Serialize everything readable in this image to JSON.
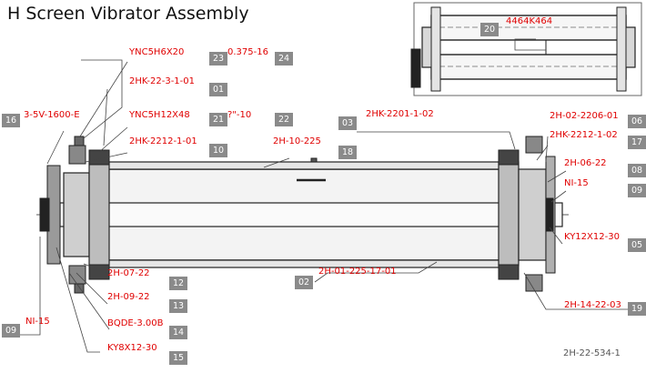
{
  "title": "H Screen Vibrator Assembly",
  "drawing_number": "2H-22-534-1",
  "colors": {
    "label_text": "#e00000",
    "callout_box": "#8a8a8a",
    "callout_text": "#ffffff",
    "leader_line": "#444444"
  },
  "callouts": [
    {
      "num": "01",
      "part": "2HK-22-3-1-01"
    },
    {
      "num": "02",
      "part": "2H-01-225-17-01"
    },
    {
      "num": "03",
      "part": "2HK-2201-1-02"
    },
    {
      "num": "05",
      "part": "KY12X12-30"
    },
    {
      "num": "06",
      "part": "2H-02-2206-01"
    },
    {
      "num": "08",
      "part": "2H-06-22"
    },
    {
      "num": "09",
      "part": "NI-15"
    },
    {
      "num": "09",
      "part": "NI-15"
    },
    {
      "num": "10",
      "part": "2HK-2212-1-01"
    },
    {
      "num": "12",
      "part": "2H-07-22"
    },
    {
      "num": "13",
      "part": "2H-09-22"
    },
    {
      "num": "14",
      "part": "BQDE-3.00B"
    },
    {
      "num": "15",
      "part": "KY8X12-30"
    },
    {
      "num": "16",
      "part": "3-5V-1600-E"
    },
    {
      "num": "17",
      "part": "2HK-2212-1-02"
    },
    {
      "num": "18",
      "part": "2H-10-225"
    },
    {
      "num": "19",
      "part": "2H-14-22-03"
    },
    {
      "num": "20",
      "part": "4464K464"
    },
    {
      "num": "21",
      "part": "YNC5H12X48"
    },
    {
      "num": "22",
      "part": "?\"-10"
    },
    {
      "num": "23",
      "part": "YNC5H6X20"
    },
    {
      "num": "24",
      "part": "0.375-16"
    }
  ]
}
